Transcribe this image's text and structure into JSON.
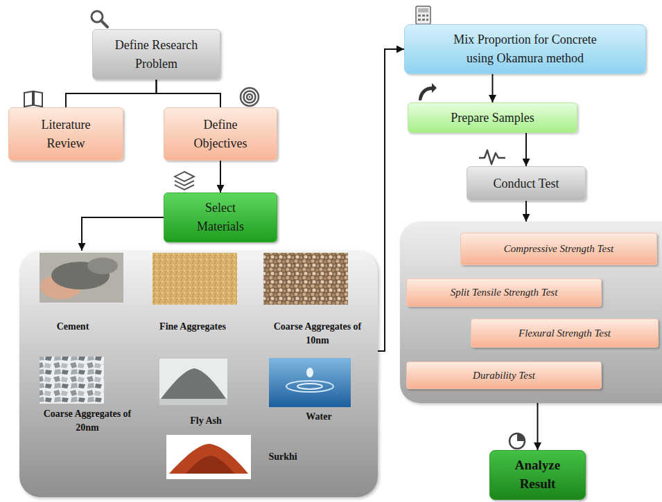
{
  "diagram": {
    "nodes": [
      {
        "text": [
          "Define Research Problem"
        ]
      },
      {
        "text": [
          "Literature Review"
        ]
      },
      {
        "text": [
          "Define Objectives"
        ]
      },
      {
        "text": [
          "Select Materials"
        ]
      },
      {
        "text": [
          "Cement",
          "Fine Aggregates",
          "Coarse Aggregates of 10nm",
          "Coarse Aggregates of 20nm",
          "Fly Ash",
          "Water",
          "Surkhi"
        ]
      },
      {
        "text": [
          "Mix Proportion for Concrete using Okamura method"
        ]
      },
      {
        "text": [
          "Prepare Samples"
        ]
      },
      {
        "text": [
          "Conduct Test"
        ]
      },
      {
        "text": []
      },
      {
        "text": [
          "Compressive Strength Test"
        ],
        "in": 8
      },
      {
        "text": [
          "Split Tensile Strength Test"
        ],
        "in": 8
      },
      {
        "text": [
          "Flexural Strength Test"
        ],
        "in": 8
      },
      {
        "text": [
          "Durability Test"
        ],
        "in": 8
      },
      {
        "text": [
          "Analyze Result"
        ]
      }
    ],
    "edges": [
      {
        "from": 0,
        "to": 1,
        "arrow": "none"
      },
      {
        "from": 0,
        "to": 2,
        "arrow": "none"
      },
      {
        "from": 2,
        "to": 3,
        "arrow": "to"
      },
      {
        "from": 3,
        "to": 4,
        "arrow": "to"
      },
      {
        "from": 4,
        "to": 5,
        "arrow": "to"
      },
      {
        "from": 5,
        "to": 6,
        "arrow": "to"
      },
      {
        "from": 6,
        "to": 7,
        "arrow": "to"
      },
      {
        "from": 7,
        "to": 8,
        "arrow": "to"
      },
      {
        "from": 8,
        "to": 13,
        "arrow": "to"
      }
    ]
  }
}
